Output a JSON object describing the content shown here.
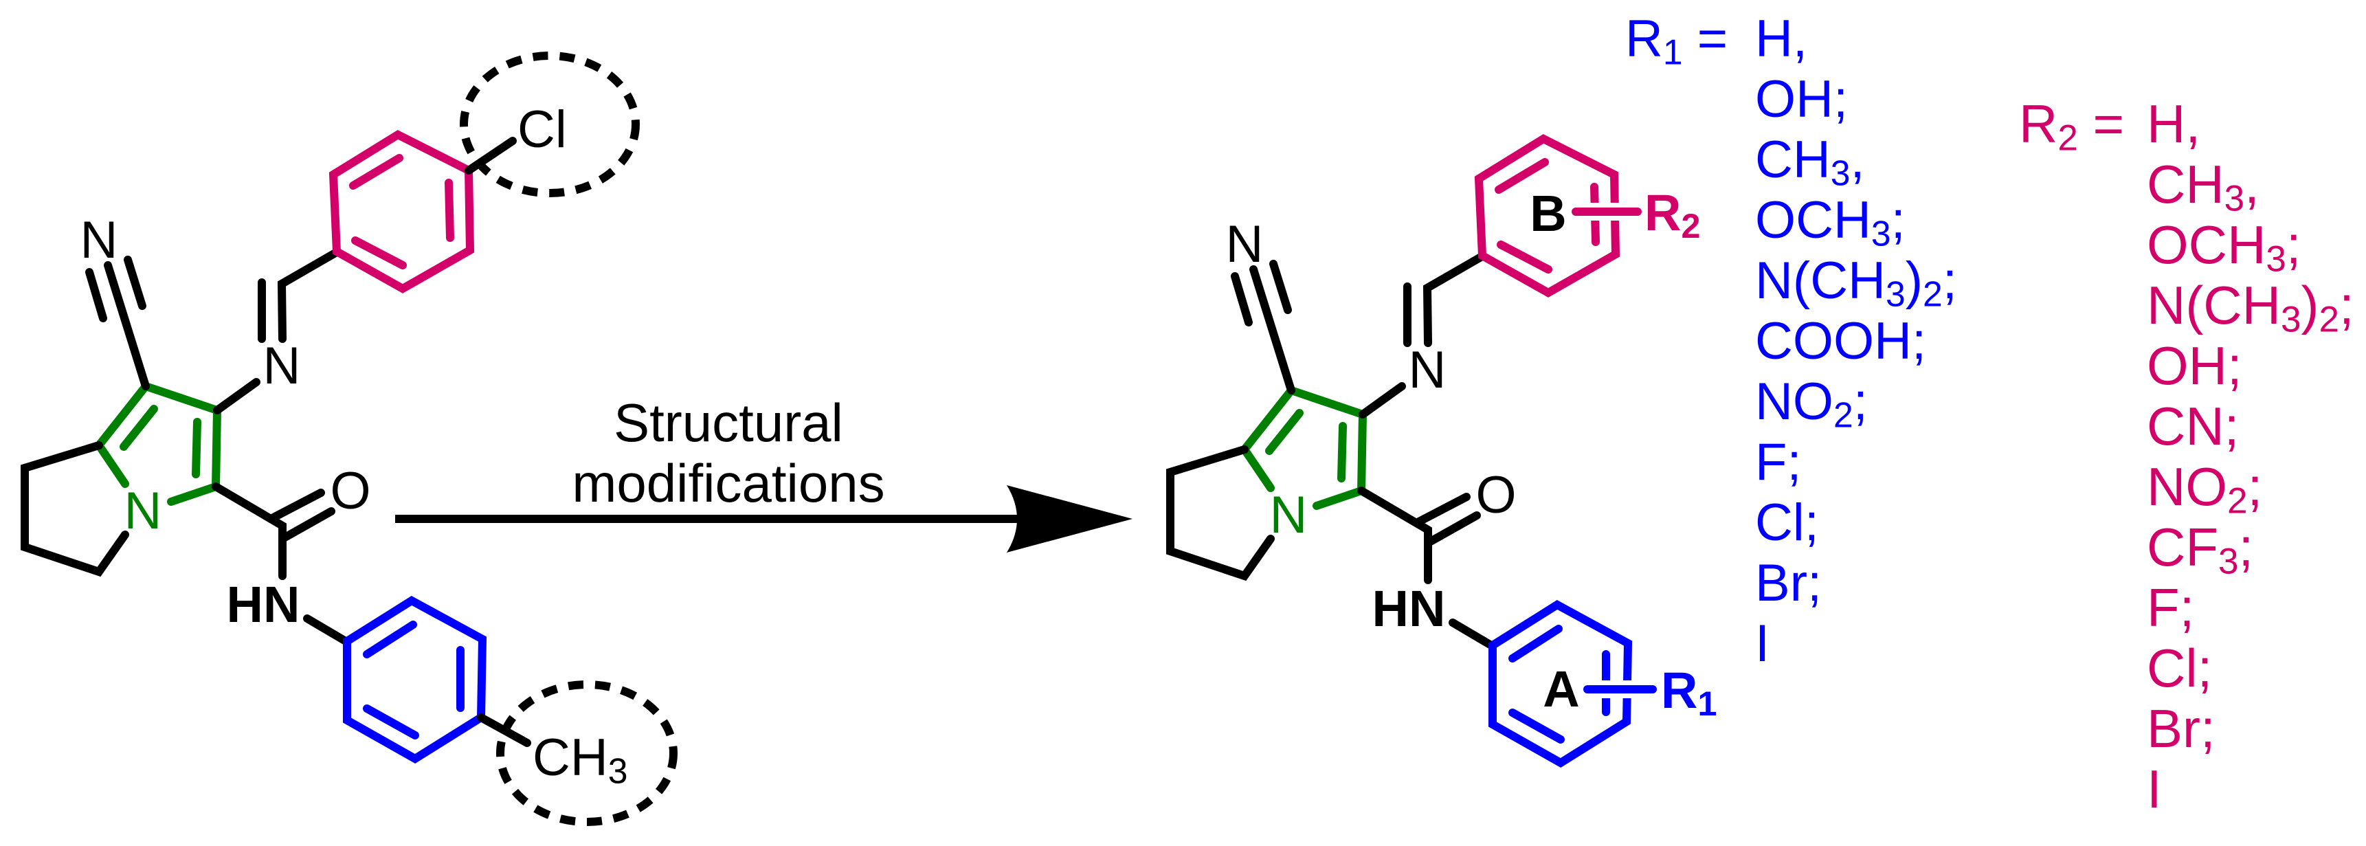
{
  "colors": {
    "scaffold_ring": "#008000",
    "aldehyde_ring_B": "#D4006A",
    "aniline_ring_A": "#0000FF",
    "bonds": "#000000"
  },
  "arrow": {
    "label_line1": "Structural",
    "label_line2": "modifications"
  },
  "lead_compound": {
    "nitrile_N": "N",
    "imine_N": "N",
    "ring_N": "N",
    "carbonyl_O": "O",
    "amide_NH": "HN",
    "highlighted_substituent_ring_B": "Cl",
    "highlighted_substituent_ring_A": [
      {
        "t": "CH"
      },
      {
        "t": "3",
        "sub": true
      }
    ]
  },
  "product": {
    "nitrile_N": "N",
    "imine_N": "N",
    "ring_N": "N",
    "carbonyl_O": "O",
    "amide_NH": "HN",
    "ring_B_label": "B",
    "ring_A_label": "A",
    "substituent_B": [
      {
        "t": "R"
      },
      {
        "t": "2",
        "sub": true
      }
    ],
    "substituent_A": [
      {
        "t": "R"
      },
      {
        "t": "1",
        "sub": true
      }
    ]
  },
  "substituent_lists": {
    "R1": {
      "label": [
        {
          "t": "R"
        },
        {
          "t": "1",
          "sub": true
        },
        {
          "t": " ="
        }
      ],
      "items": [
        [
          {
            "t": "H,"
          }
        ],
        [
          {
            "t": "OH;"
          }
        ],
        [
          {
            "t": "CH"
          },
          {
            "t": "3",
            "sub": true
          },
          {
            "t": ","
          }
        ],
        [
          {
            "t": "OCH"
          },
          {
            "t": "3",
            "sub": true
          },
          {
            "t": ";"
          }
        ],
        [
          {
            "t": "N(CH"
          },
          {
            "t": "3",
            "sub": true
          },
          {
            "t": ")"
          },
          {
            "t": "2",
            "sub": true
          },
          {
            "t": ";"
          }
        ],
        [
          {
            "t": "COOH;"
          }
        ],
        [
          {
            "t": "NO"
          },
          {
            "t": "2",
            "sub": true
          },
          {
            "t": ";"
          }
        ],
        [
          {
            "t": "F;"
          }
        ],
        [
          {
            "t": "Cl;"
          }
        ],
        [
          {
            "t": "Br;"
          }
        ],
        [
          {
            "t": "I"
          }
        ]
      ]
    },
    "R2": {
      "label": [
        {
          "t": "R"
        },
        {
          "t": "2",
          "sub": true
        },
        {
          "t": " ="
        }
      ],
      "items": [
        [
          {
            "t": "H,"
          }
        ],
        [
          {
            "t": "CH"
          },
          {
            "t": "3",
            "sub": true
          },
          {
            "t": ","
          }
        ],
        [
          {
            "t": "OCH"
          },
          {
            "t": "3",
            "sub": true
          },
          {
            "t": ";"
          }
        ],
        [
          {
            "t": "N(CH"
          },
          {
            "t": "3",
            "sub": true
          },
          {
            "t": ")"
          },
          {
            "t": "2",
            "sub": true
          },
          {
            "t": ";"
          }
        ],
        [
          {
            "t": "OH;"
          }
        ],
        [
          {
            "t": "CN;"
          }
        ],
        [
          {
            "t": "NO"
          },
          {
            "t": "2",
            "sub": true
          },
          {
            "t": ";"
          }
        ],
        [
          {
            "t": "CF"
          },
          {
            "t": "3",
            "sub": true
          },
          {
            "t": ";"
          }
        ],
        [
          {
            "t": "F;"
          }
        ],
        [
          {
            "t": "Cl;"
          }
        ],
        [
          {
            "t": "Br;"
          }
        ],
        [
          {
            "t": "I"
          }
        ]
      ]
    }
  }
}
